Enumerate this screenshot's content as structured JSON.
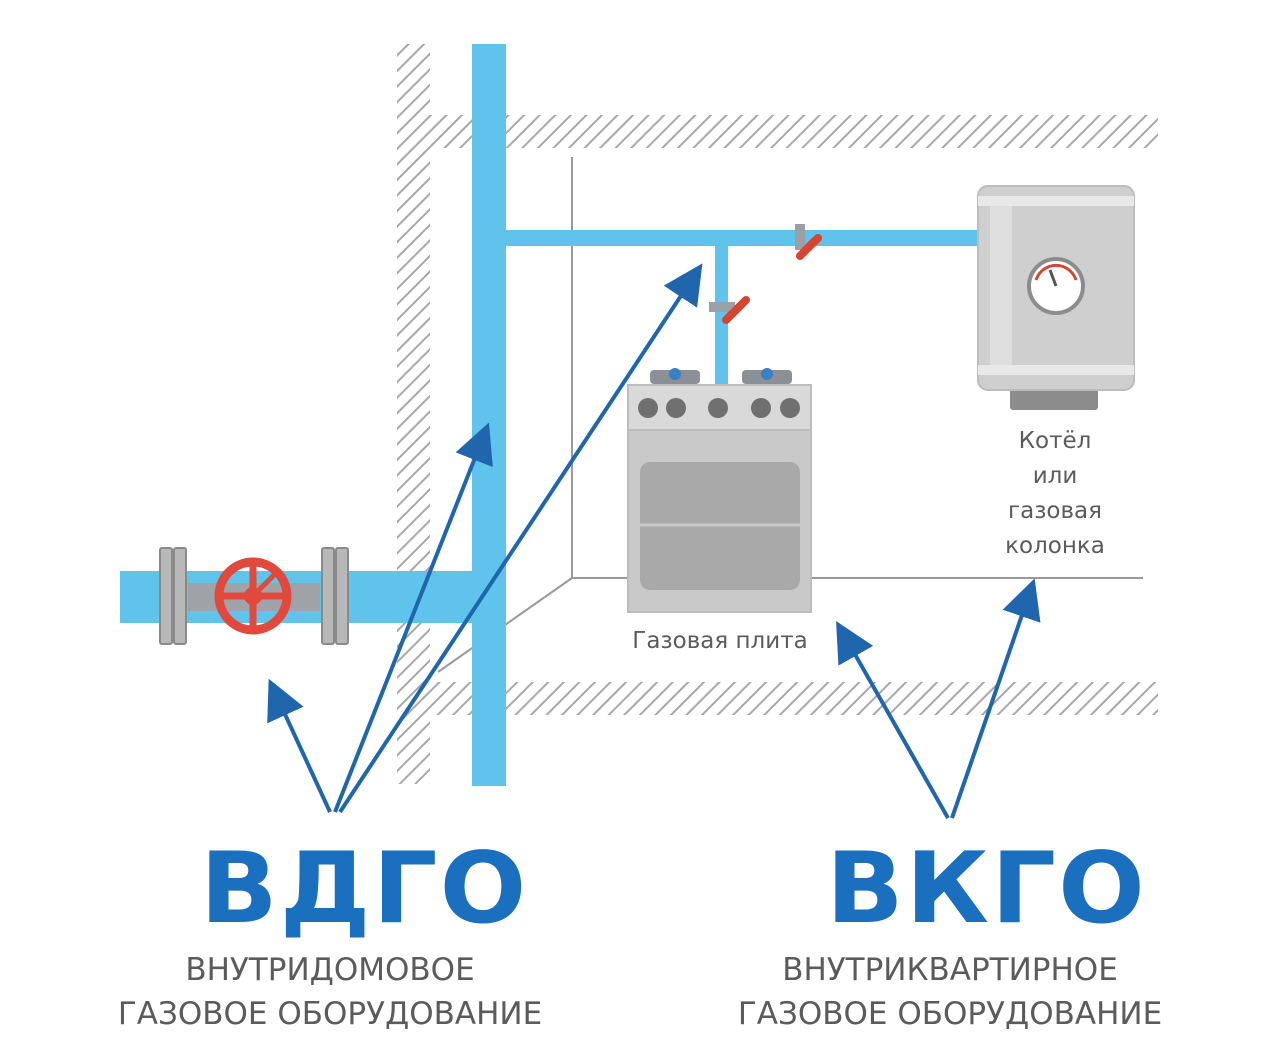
{
  "colors": {
    "pipe": "#5fc3ec",
    "accent": "#1a6fbf",
    "arrow": "#1f66ad",
    "valve": "#e0493c",
    "hatch": "#a8a8a8",
    "text": "#5b5b5b",
    "appliance": "#c7c7c7",
    "appliance_dark": "#8c8c8c"
  },
  "icons": [
    "main-valve-icon",
    "shutoff-valve-icon",
    "gas-stove-icon",
    "boiler-icon",
    "pressure-gauge-icon",
    "arrow-icon"
  ],
  "labels": {
    "boiler": [
      "Котёл",
      "или",
      "газовая",
      "колонка"
    ],
    "stove": "Газовая плита"
  },
  "vdgo": {
    "abbr": "ВДГО",
    "line1": "ВНУТРИДОМОВОЕ",
    "line2": "ГАЗОВОЕ ОБОРУДОВАНИЕ"
  },
  "vkgo": {
    "abbr": "ВКГО",
    "line1": "ВНУТРИКВАРТИРНОЕ",
    "line2": "ГАЗОВОЕ ОБОРУДОВАНИЕ"
  }
}
